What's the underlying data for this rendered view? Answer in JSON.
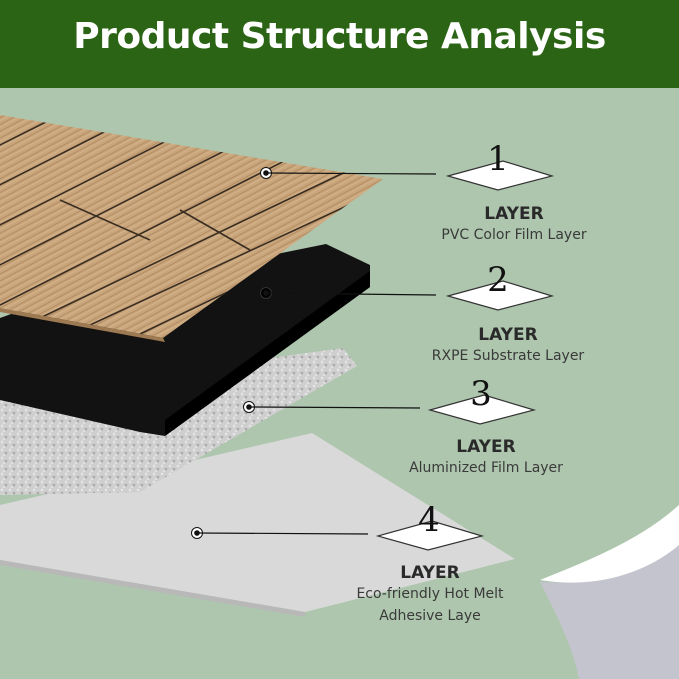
{
  "header": {
    "title": "Product Structure Analysis"
  },
  "colors": {
    "header_bg": "#2b6414",
    "background": "#aec6ae",
    "wood": "#c9a57c",
    "black_layer": "#121212",
    "foil": "#cfcfcf",
    "adhesive": "#d9d9d9"
  },
  "layers": [
    {
      "number": "1",
      "heading": "LAYER",
      "description": "PVC Color Film Layer"
    },
    {
      "number": "2",
      "heading": "LAYER",
      "description": "RXPE Substrate Layer"
    },
    {
      "number": "3",
      "heading": "LAYER",
      "description": "Aluminized Film Layer"
    },
    {
      "number": "4",
      "heading": "LAYER",
      "description_line1": "Eco-friendly Hot Melt",
      "description_line2": "Adhesive Laye"
    }
  ]
}
